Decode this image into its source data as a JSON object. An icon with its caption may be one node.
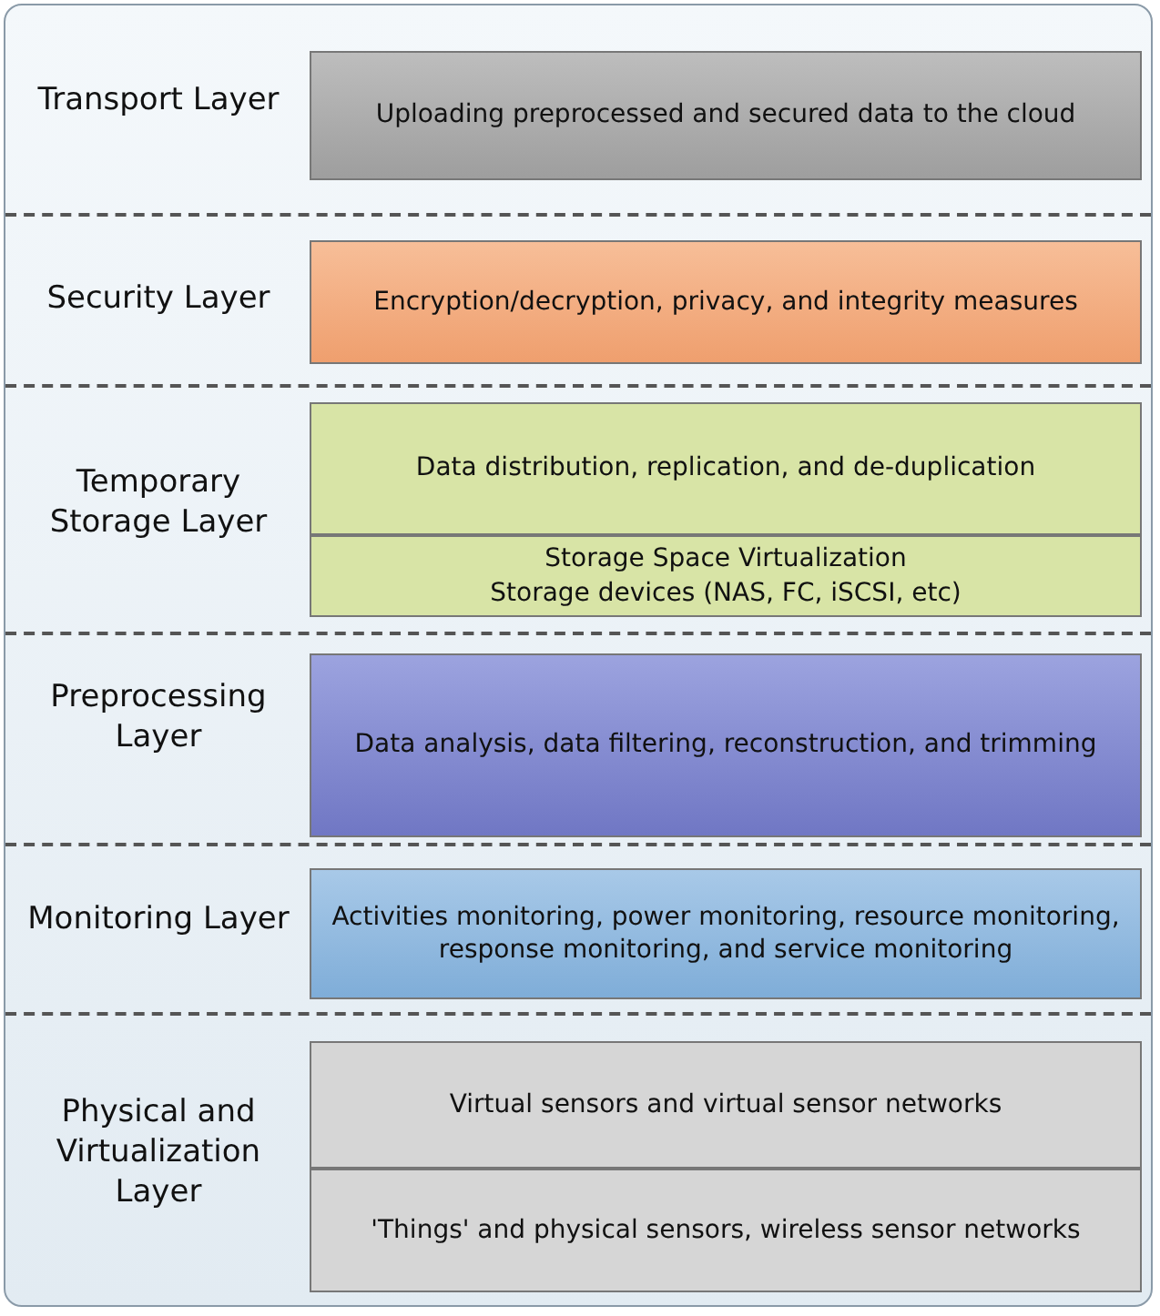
{
  "diagram": {
    "nodes": [
      {
        "text": [
          "Transport Layer"
        ]
      },
      {
        "text": [
          "Uploading preprocessed and secured data to the cloud"
        ],
        "in": 0
      },
      {
        "text": [
          "Security Layer"
        ]
      },
      {
        "text": [
          "Encryption/decryption, privacy, and integrity measures"
        ],
        "in": 2
      },
      {
        "text": [
          "Temporary Storage Layer"
        ]
      },
      {
        "text": [
          "Data distribution, replication, and de-duplication"
        ],
        "in": 4
      },
      {
        "text": [
          "Storage Space Virtualization",
          "Storage devices (NAS, FC, iSCSI, etc)"
        ],
        "in": 4
      },
      {
        "text": [
          "Preprocessing Layer"
        ]
      },
      {
        "text": [
          "Data analysis, data filtering, reconstruction, and trimming"
        ],
        "in": 7
      },
      {
        "text": [
          "Monitoring Layer"
        ]
      },
      {
        "text": [
          "Activities monitoring, power monitoring, resource monitoring, response monitoring, and service monitoring"
        ],
        "in": 9
      },
      {
        "text": [
          "Physical and Virtualization Layer"
        ]
      },
      {
        "text": [
          "Virtual sensors and virtual sensor networks"
        ],
        "in": 11
      },
      {
        "text": [
          "'Things' and physical sensors, wireless sensor networks"
        ],
        "in": 11
      }
    ]
  }
}
